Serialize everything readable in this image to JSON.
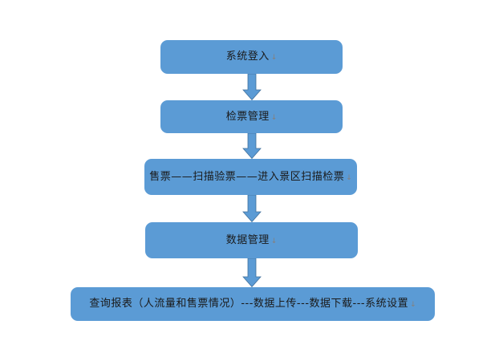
{
  "diagram": {
    "type": "flowchart-vertical",
    "colors": {
      "node_fill": "#5B9BD5",
      "arrow_fill": "#5B9BD5",
      "arrow_outline": "#41719C",
      "text": "#1a1a1a",
      "line_break_mark": "#8d7b6d",
      "background": "#ffffff"
    },
    "nodes": [
      {
        "id": "system-login",
        "label": "系统登入",
        "mark": "↓"
      },
      {
        "id": "ticket-check-management",
        "label": "检票管理",
        "mark": "↓"
      },
      {
        "id": "ticketing-process",
        "label": "售票——扫描验票——进入景区扫描检票",
        "mark": "↓"
      },
      {
        "id": "data-management",
        "label": "数据管理",
        "mark": "↓"
      },
      {
        "id": "report-and-settings",
        "label": "查询报表（人流量和售票情况）---数据上传---数据下载---系统设置",
        "mark": "↓"
      }
    ],
    "connections": [
      {
        "from": "system-login",
        "to": "ticket-check-management",
        "style": "down-arrow"
      },
      {
        "from": "ticket-check-management",
        "to": "ticketing-process",
        "style": "down-arrow"
      },
      {
        "from": "ticketing-process",
        "to": "data-management",
        "style": "down-arrow"
      },
      {
        "from": "data-management",
        "to": "report-and-settings",
        "style": "down-arrow"
      }
    ]
  }
}
